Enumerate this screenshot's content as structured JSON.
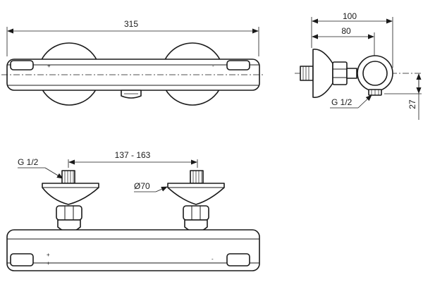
{
  "front_view": {
    "overall_length": "315",
    "hot_mark": "+",
    "cold_mark": "-"
  },
  "side_view": {
    "depth_total": "100",
    "depth_inlet": "80",
    "height_offset": "27",
    "thread_label": "G 1/2"
  },
  "top_view": {
    "thread_label": "G 1/2",
    "centre_distance": "137 - 163",
    "diameter_label": "Ø70",
    "hot_mark": "+",
    "cold_mark": "-"
  }
}
